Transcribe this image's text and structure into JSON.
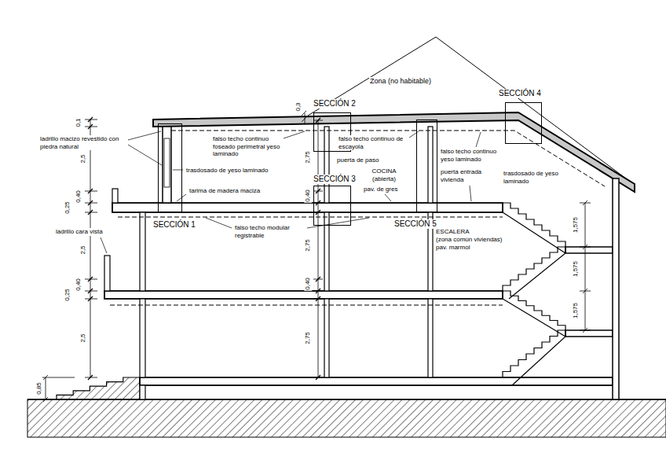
{
  "diagram": {
    "nodes": [
      {
        "text": [
          "SECCIÓN 1"
        ]
      },
      {
        "text": [
          "SECCIÓN 2"
        ]
      },
      {
        "text": [
          "SECCIÓN 3"
        ]
      },
      {
        "text": [
          "SECCIÓN 4"
        ]
      },
      {
        "text": [
          "SECCIÓN 5"
        ]
      }
    ],
    "labels": [
      "Zona (no habitable)",
      "0,3",
      "0,1",
      "ladrillo macizo revestido con piedra natural",
      "2,5",
      "0,40",
      "0,25",
      "ladrillo cara vista",
      "2,5",
      "0,40",
      "0,25",
      "2,5",
      "0,85",
      "falso techo continuo foseado perimetral yeso laminado",
      "trasdosado de yeso laminado",
      "tarima de madera maciza",
      "2,75",
      "0,40",
      "2,75",
      "0,40",
      "2,75",
      "falso techo continuo de escayola",
      "puerta de paso",
      "COCINA (abierta)",
      "pav. de gres",
      "falso techo continuo yeso laminado",
      "puerta entrada vivienda",
      "trasdosado de yeso laminado",
      "falso techo modular registrable",
      "ESCALERA",
      "(zona común viviendas)",
      "pav. marmol",
      "1,575",
      "1,575",
      "1,575"
    ]
  }
}
